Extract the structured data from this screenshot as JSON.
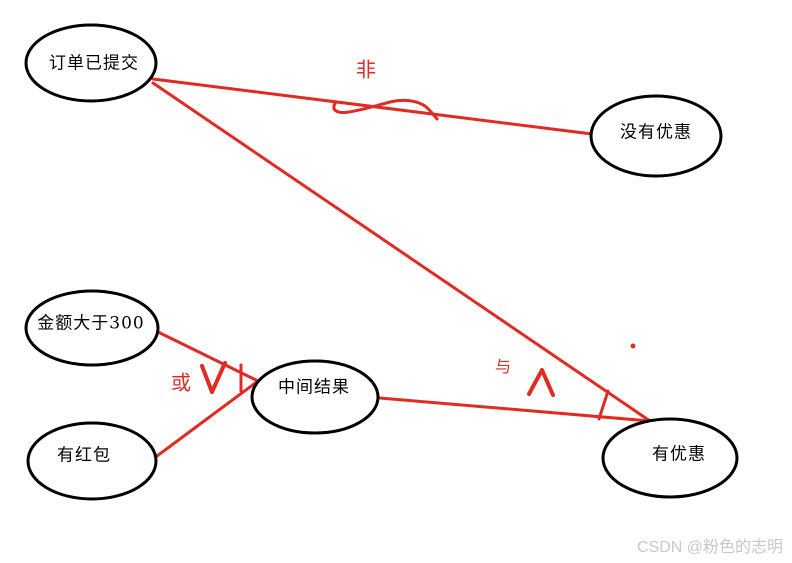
{
  "diagram": {
    "title_hint": "hand-drawn logic/derivation graph (Paint style)",
    "nodes": [
      {
        "id": "order-submitted",
        "label": "订单已提交"
      },
      {
        "id": "no-discount",
        "label": "没有优惠"
      },
      {
        "id": "amount-gt-300",
        "label": "金额大于300"
      },
      {
        "id": "has-red-packet",
        "label": "有红包"
      },
      {
        "id": "intermediate-result",
        "label": "中间结果"
      },
      {
        "id": "has-discount",
        "label": "有优惠"
      }
    ],
    "operators": [
      {
        "id": "not",
        "label": "非"
      },
      {
        "id": "or",
        "label": "或"
      },
      {
        "id": "and",
        "label": "与"
      }
    ],
    "edges": [
      {
        "from": "订单已提交",
        "to": "没有优惠",
        "gate": "非"
      },
      {
        "from": "订单已提交",
        "to": "有优惠",
        "gate": "与"
      },
      {
        "from": "金额大于300",
        "to": "中间结果",
        "gate": "或"
      },
      {
        "from": "有红包",
        "to": "中间结果",
        "gate": "或"
      },
      {
        "from": "中间结果",
        "to": "有优惠",
        "gate": "与"
      }
    ]
  },
  "watermark": "CSDN @粉色的志明",
  "colors": {
    "edge_red": "#e02b22",
    "node_stroke": "#000000",
    "node_fill": "#ffffff",
    "text": "#000000",
    "watermark": "#c8c8c8",
    "background": "#ffffff"
  }
}
